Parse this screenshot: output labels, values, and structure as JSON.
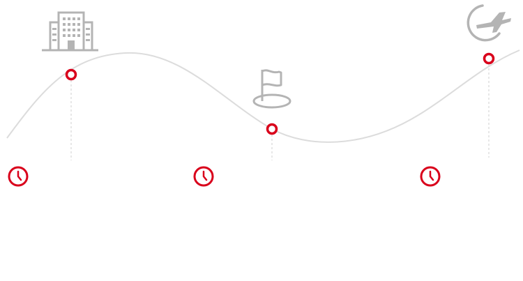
{
  "journey": {
    "stops": [
      {
        "icon": "building-icon",
        "marker": "waypoint-marker"
      },
      {
        "icon": "flag-icon",
        "marker": "waypoint-marker"
      },
      {
        "icon": "plane-departure-icon",
        "marker": "waypoint-marker"
      }
    ],
    "time_icons": [
      "clock-icon",
      "clock-icon",
      "clock-icon"
    ]
  },
  "colors": {
    "accent": "#d9001b",
    "route_line": "#dcdcdc",
    "icon_gray": "#b4b4b4",
    "guide_line": "#cfcfcf",
    "background": "#ffffff"
  }
}
